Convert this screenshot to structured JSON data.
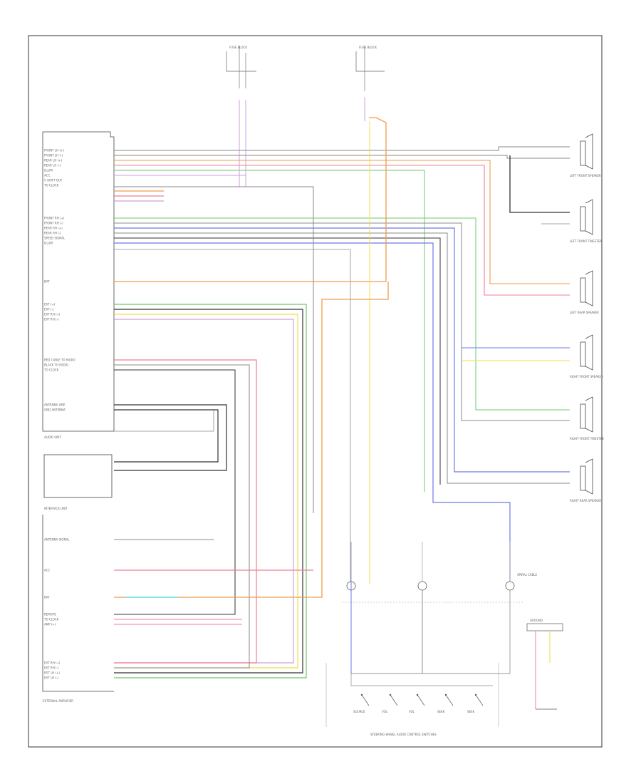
{
  "chart_data": {
    "type": "wiring-diagram",
    "title": "",
    "footer_code": "",
    "components": {
      "audio_unit": "AUDIO UNIT",
      "external_amplifier": "EXTERNAL AMPLIFIER",
      "interface_unit": "INTERFACE UNIT",
      "front_speaker_l": "LEFT FRONT SPEAKER",
      "front_tweeter_l": "LEFT FRONT TWEETER",
      "rear_speaker_l": "LEFT REAR SPEAKER",
      "front_speaker_r": "RIGHT FRONT SPEAKER",
      "front_tweeter_r": "RIGHT FRONT TWEETER",
      "rear_speaker_r": "RIGHT REAR SPEAKER",
      "steering_switch": "STEERING WHEEL AUDIO CONTROL SWITCHES",
      "spiral_cable": "SPIRAL CABLE",
      "fuse_top_left": "FUSE BLOCK",
      "fuse_top_right": "FUSE BLOCK",
      "ground": "GROUND"
    },
    "audio_pins": [
      "FRONT LH (+)",
      "FRONT LH (-)",
      "REAR LH (+)",
      "REAR LH (-)",
      "ILLUM",
      "ACC",
      "V SHIFT OUT",
      "TO CLOCK",
      "FRONT RH (+)",
      "FRONT RH (-)",
      "REAR RH (+)",
      "REAR RH (-)",
      "SPEED SIGNAL",
      "ILLUM",
      "BAT",
      "EXT (+)",
      "EXT (-)",
      "EXT RH (+)",
      "EXT RH (-)",
      "RED CABLE TO RADIO",
      "BLACK TO RADIO",
      "TO CLOCK",
      "ANTENNA AMP",
      "GND ANTENNA"
    ],
    "amp_pins": [
      "ANTENNA SIGNAL",
      "ACC",
      "BAT",
      "REMOTE",
      "TO CLOCK",
      "AMP (+)",
      "EXT RH (+)",
      "EXT RH (-)",
      "EXT LH (+)",
      "EXT LH (-)"
    ],
    "switch_labels": [
      "SOURCE",
      "VOL",
      "VOL",
      "SEEK",
      "SEEK"
    ],
    "wire_colors": {
      "green": "#6ec86e",
      "pink": "#ee7f93",
      "orange": "#f29a4a",
      "blue": "#6f78e8",
      "yellow": "#f0dc4a",
      "violet": "#cf9fe0",
      "cyan": "#7fe4ec",
      "grey": "#8a8a8a",
      "black": "#333333"
    }
  }
}
